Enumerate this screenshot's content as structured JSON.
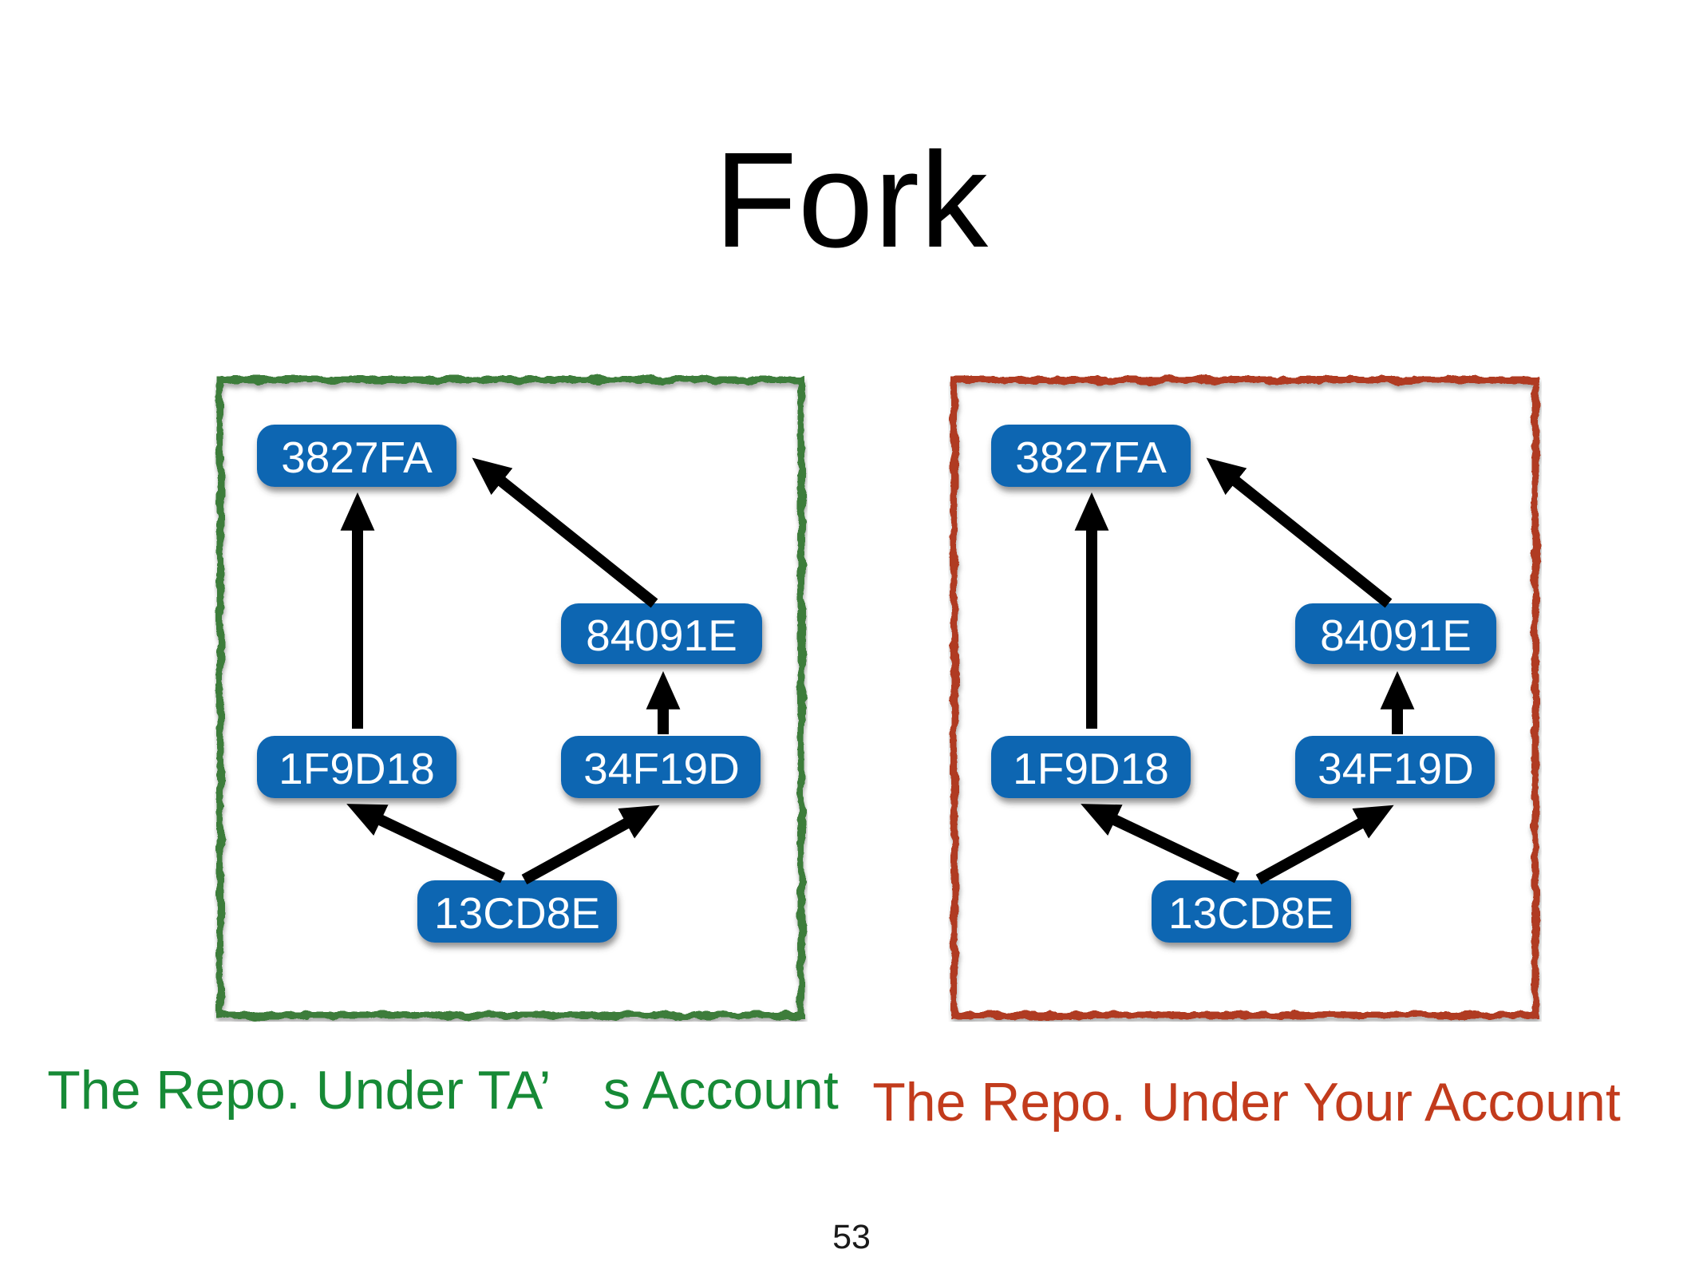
{
  "slide": {
    "title": "Fork",
    "page_number": "53"
  },
  "colors": {
    "background": "#ffffff",
    "title_text": "#000000",
    "node_fill": "#1166b2",
    "node_text": "#ffffff",
    "arrow": "#000000",
    "ta_border": "#3e7d3a",
    "ta_caption": "#168a36",
    "your_border": "#b03a24",
    "your_caption": "#c23b1c"
  },
  "graph": {
    "commits": [
      "3827FA",
      "84091E",
      "1F9D18",
      "34F19D",
      "13CD8E"
    ],
    "edges": [
      {
        "from": "13CD8E",
        "to": "1F9D18"
      },
      {
        "from": "13CD8E",
        "to": "34F19D"
      },
      {
        "from": "1F9D18",
        "to": "3827FA"
      },
      {
        "from": "34F19D",
        "to": "84091E"
      },
      {
        "from": "84091E",
        "to": "3827FA"
      }
    ]
  },
  "panels": [
    {
      "caption": "The Repo. Under TA’　s Account",
      "caption_color": "#168a36",
      "border_color": "#3e7d3a",
      "nodes": {
        "a": "3827FA",
        "b": "84091E",
        "c": "1F9D18",
        "d": "34F19D",
        "e": "13CD8E"
      }
    },
    {
      "caption": "The Repo. Under Your Account",
      "caption_color": "#c23b1c",
      "border_color": "#b03a24",
      "nodes": {
        "a": "3827FA",
        "b": "84091E",
        "c": "1F9D18",
        "d": "34F19D",
        "e": "13CD8E"
      }
    }
  ]
}
